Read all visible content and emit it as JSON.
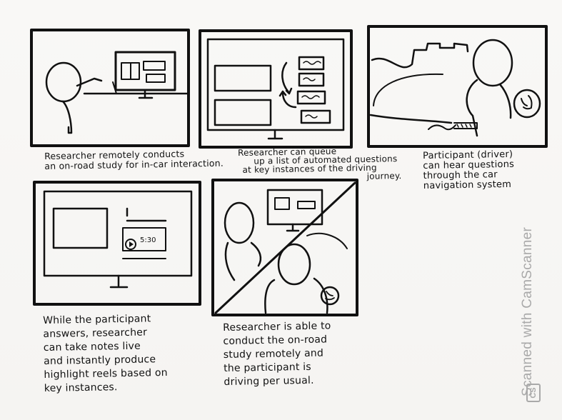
{
  "panels": [
    {
      "id": 1,
      "caption_lines": [
        "Researcher remotely conducts",
        "an on-road study for in-car interaction."
      ]
    },
    {
      "id": 2,
      "caption_lines": [
        "Researcher can queue",
        "up a list of automated questions",
        "at key instances of the driving",
        "journey."
      ]
    },
    {
      "id": 3,
      "caption_lines": [
        "Participant (driver)",
        "can hear questions",
        "through the car",
        "navigation system"
      ]
    },
    {
      "id": 4,
      "caption_lines": [
        "While the participant",
        "answers, researcher",
        "can take notes live",
        "and instantly produce",
        "highlight reels based on",
        "key instances."
      ],
      "timer_text": "5:30"
    },
    {
      "id": 5,
      "caption_lines": [
        "Researcher is able to",
        "conduct the on-road",
        "study remotely and",
        "the participant is",
        "driving per usual."
      ]
    }
  ],
  "watermark": {
    "badge": "CS",
    "text": "Scanned with CamScanner"
  }
}
